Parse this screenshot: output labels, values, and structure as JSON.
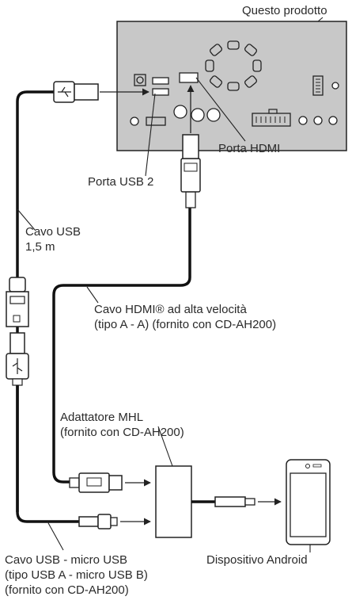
{
  "labels": {
    "product": "Questo prodotto",
    "usb_port_2": "Porta USB 2",
    "hdmi_port": "Porta HDMI",
    "usb_cable": [
      "Cavo USB",
      "1,5 m"
    ],
    "hdmi_cable": [
      "Cavo HDMI® ad alta velocità",
      "(tipo A - A) (fornito con CD-AH200)"
    ],
    "mhl_adapter": [
      "Adattatore MHL",
      "(fornito con CD-AH200)"
    ],
    "micro_usb_cable": [
      "Cavo USB - micro USB",
      "(tipo USB A - micro USB B)",
      "(fornito con CD-AH200)"
    ],
    "android_device": "Dispositivo Android"
  },
  "icons": {
    "usb_plug_symbol": "usb-trident-icon",
    "hdmi_plug_symbol": "hdmi-logo-icon"
  },
  "colors": {
    "unit_fill": "#c8c8c8",
    "cable": "#111111",
    "outline": "#222222"
  }
}
